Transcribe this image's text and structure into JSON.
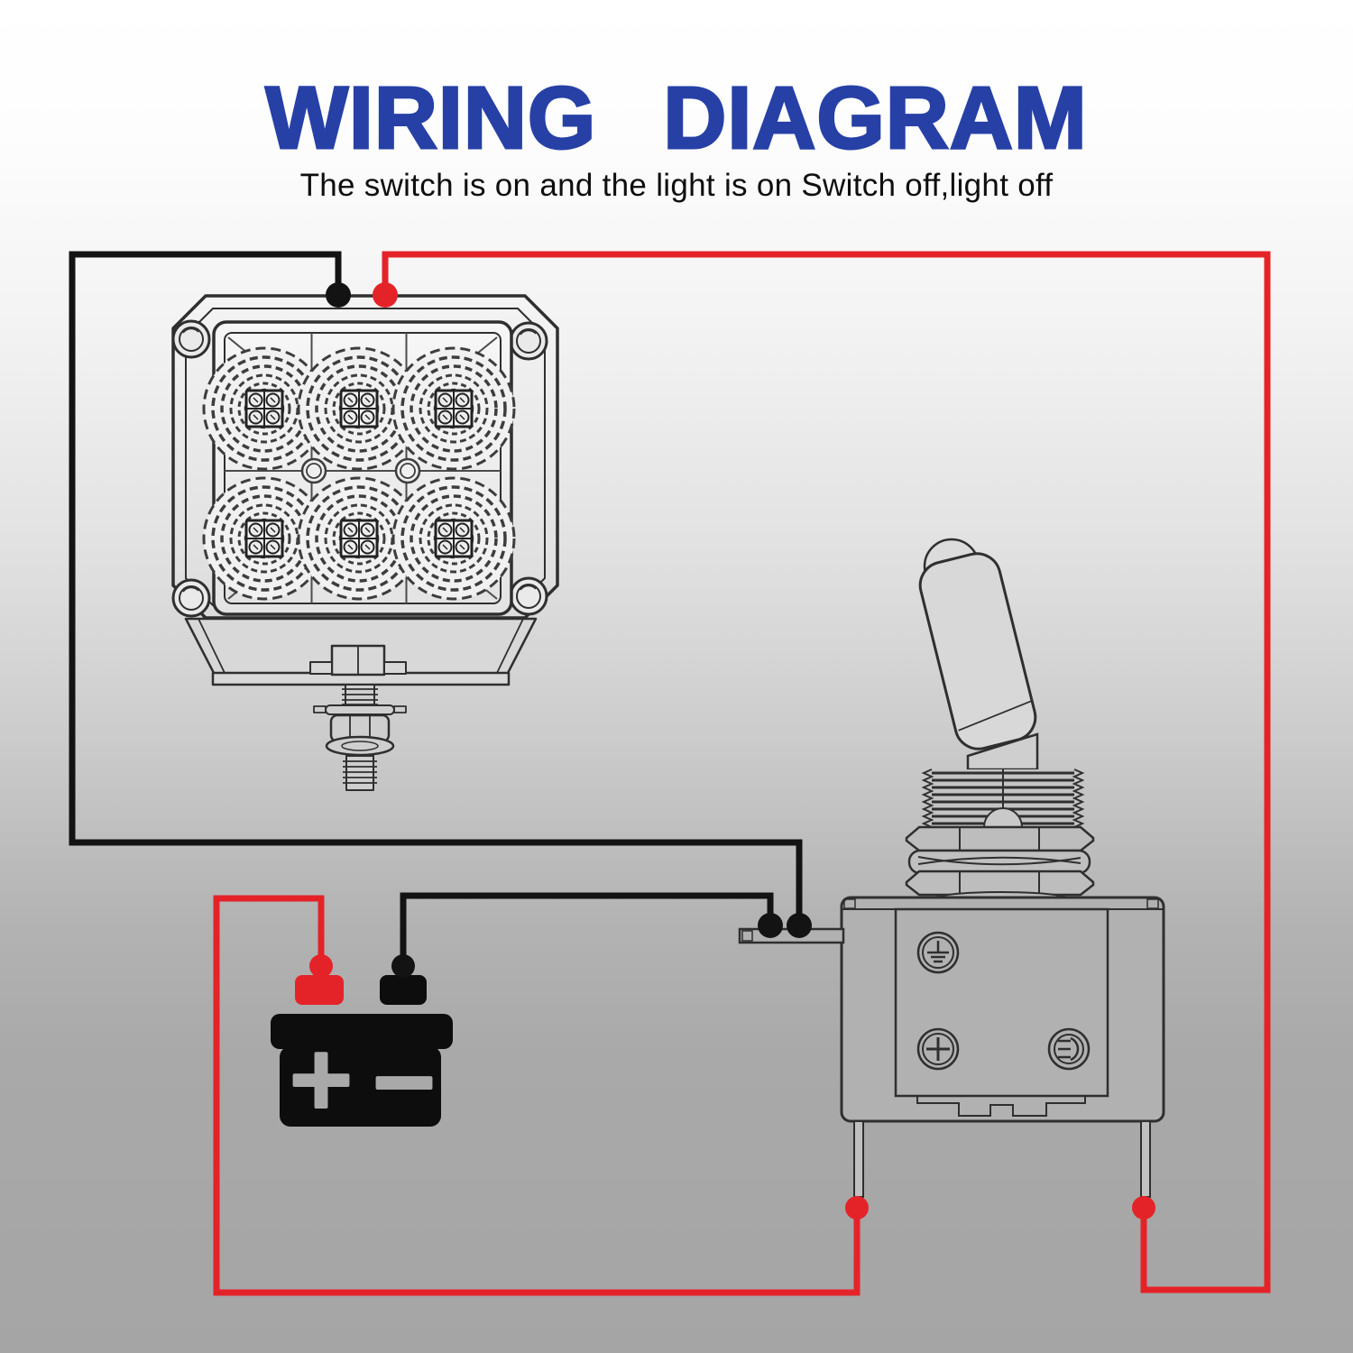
{
  "header": {
    "title": "WIRING DIAGRAM",
    "subtitle": "The switch is on and the light is on Switch off,light off"
  },
  "battery": {
    "plus_label": "+",
    "minus_label": "−"
  },
  "components": {
    "light": "led-work-light",
    "switch": "toggle-switch",
    "battery": "battery"
  },
  "wires": [
    {
      "name": "negative-light-to-switch-tab",
      "color": "#131313",
      "from": "light-negative-terminal",
      "to": "switch-tab-right-dot"
    },
    {
      "name": "negative-battery-to-switch-tab",
      "color": "#131313",
      "from": "battery-negative-terminal",
      "to": "switch-tab-left-dot"
    },
    {
      "name": "positive-light-to-switch-right-pin",
      "color": "#e42329",
      "from": "light-positive-terminal",
      "to": "switch-right-pin"
    },
    {
      "name": "positive-battery-to-switch-left-pin",
      "color": "#e42329",
      "from": "battery-positive-terminal",
      "to": "switch-left-pin"
    }
  ],
  "colors": {
    "title_blue": "#2640a6",
    "wire_red": "#e42329",
    "wire_black": "#131313",
    "line_art": "#2f2f2f",
    "battery_fill": "#0d0d0d",
    "battery_symbol_gray": "#a9a9a9",
    "background_top": "#ffffff",
    "background_bottom": "#a5a5a5"
  },
  "icons": {
    "corner-screw-icon": "double-circle screw recess",
    "ground-screw-icon": "circle with earth-ground symbol",
    "cross-screw-icon": "circle with cross slot",
    "terminal-screw-icon": "circle with E-shaped terminal mark",
    "connection-dot": "solid wire junction dot"
  }
}
